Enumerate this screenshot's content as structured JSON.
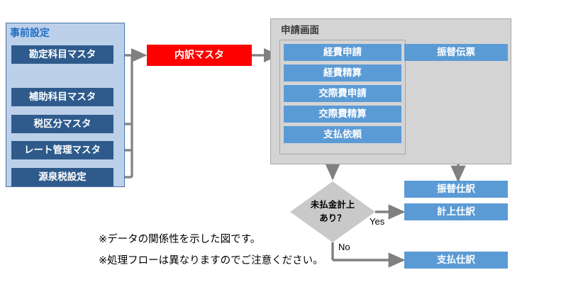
{
  "diagram": {
    "title_note_1": "※データの関係性を示した図です。",
    "title_note_2": "※処理フローは異なりますのでご注意ください。"
  },
  "pre_setting": {
    "title": "事前設定",
    "items": [
      {
        "label": "勘定科目マスタ"
      },
      {
        "label": "補助科目マスタ"
      },
      {
        "label": "税区分マスタ"
      },
      {
        "label": "レート管理マスタ"
      },
      {
        "label": "源泉税設定"
      }
    ]
  },
  "breakdown_master": {
    "label": "内訳マスタ",
    "color": "#fe0000"
  },
  "application_screen": {
    "title": "申請画面",
    "items": [
      {
        "label": "経費申請"
      },
      {
        "label": "経費精算"
      },
      {
        "label": "交際費申請"
      },
      {
        "label": "交際費精算"
      },
      {
        "label": "支払依頼"
      }
    ],
    "side_item": {
      "label": "振替伝票"
    }
  },
  "decision": {
    "line1": "未払金計上",
    "line2": "あり？",
    "yes_label": "Yes",
    "no_label": "No"
  },
  "outputs": [
    {
      "label": "振替仕訳"
    },
    {
      "label": "計上仕訳"
    },
    {
      "label": "支払仕訳"
    }
  ],
  "colors": {
    "dark_blue": "#2e5b8c",
    "light_blue_panel": "#bdd0e9",
    "accent_blue": "#5b9bd5",
    "title_blue": "#1f6fc4",
    "red": "#fe0000",
    "grey_panel": "#d4d4d4",
    "diamond_grey": "#c9c9c9",
    "connector_grey": "#808080"
  }
}
